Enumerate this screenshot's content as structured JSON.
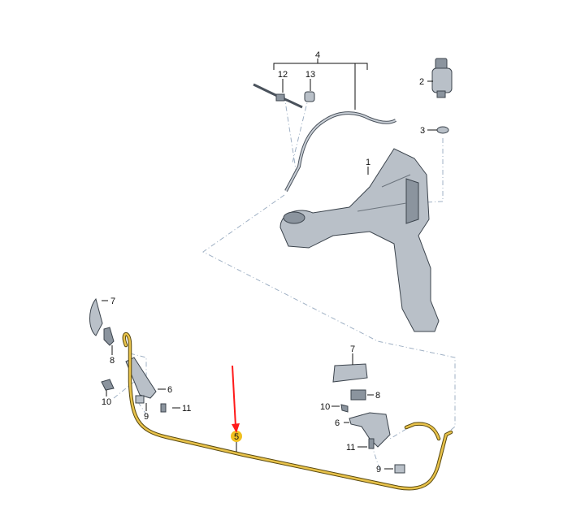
{
  "diagram": {
    "labels": {
      "reservoir": "1",
      "pump": "2",
      "grommet": "3",
      "hose_group": "4",
      "highlighted_hose": "5",
      "left_nozzle": "6",
      "left_cap": "7",
      "left_bracket": "8",
      "left_clip": "9",
      "left_nut": "10",
      "left_bolt": "11",
      "right_cap": "7",
      "right_bracket": "8",
      "right_nut": "10",
      "right_nozzle": "6",
      "right_bolt": "11",
      "right_clip": "9",
      "connector_12": "12",
      "connector_13": "13"
    },
    "colors": {
      "highlight_hose": "#e8c24a",
      "highlight_marker": "#f0c020",
      "arrow": "#ff1a1a",
      "parts": "#b9c0c8",
      "leader_dashes": "#9fb0c4"
    }
  }
}
